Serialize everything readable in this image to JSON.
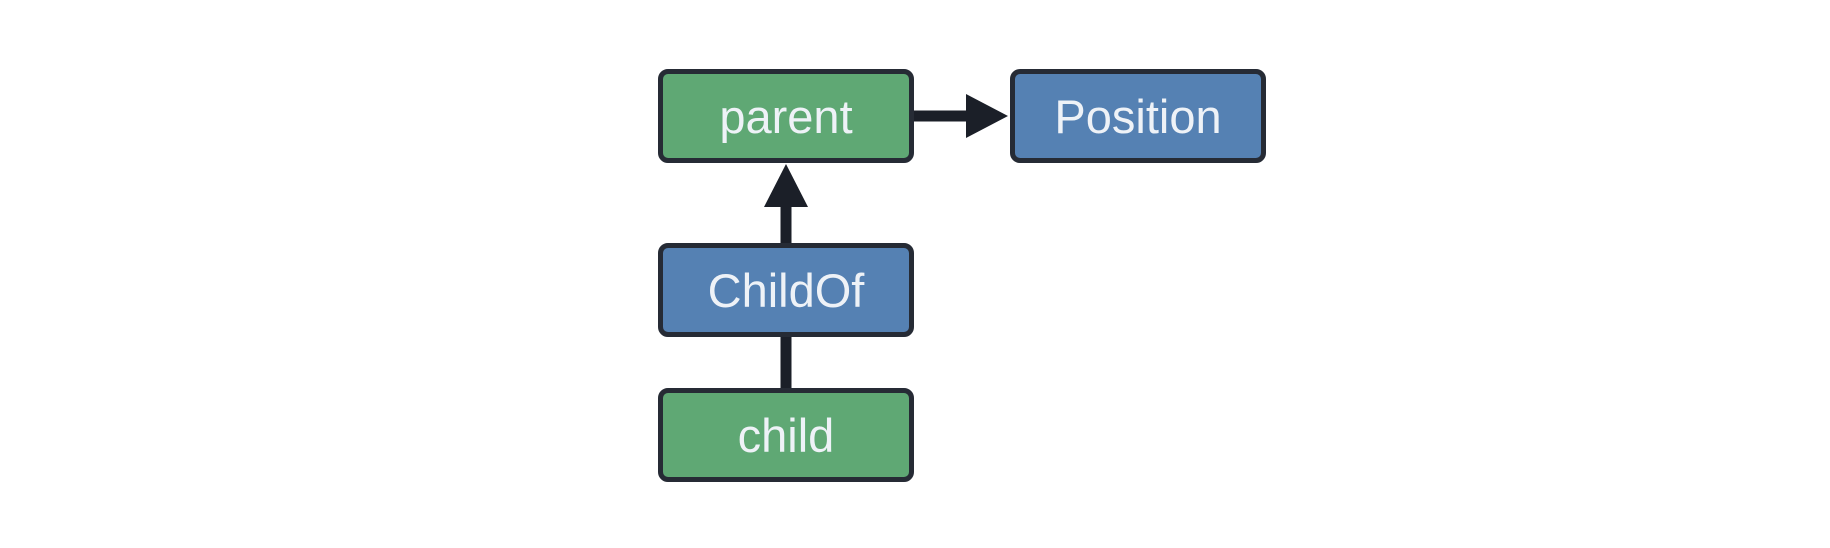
{
  "diagram": {
    "background_color": "#ffffff",
    "colors": {
      "entity_fill": "#5fa874",
      "component_fill": "#5581b3",
      "node_border": "#262b35",
      "edge": "#1b1f28",
      "text": "#eef2f7"
    },
    "nodes": [
      {
        "id": "parent",
        "label": "parent",
        "kind": "entity"
      },
      {
        "id": "Position",
        "label": "Position",
        "kind": "component"
      },
      {
        "id": "ChildOf",
        "label": "ChildOf",
        "kind": "component"
      },
      {
        "id": "child",
        "label": "child",
        "kind": "entity"
      }
    ],
    "edges": [
      {
        "from": "parent",
        "to": "Position",
        "arrowhead": true
      },
      {
        "from": "ChildOf",
        "to": "parent",
        "arrowhead": true
      },
      {
        "from": "child",
        "to": "ChildOf",
        "arrowhead": false
      }
    ]
  }
}
